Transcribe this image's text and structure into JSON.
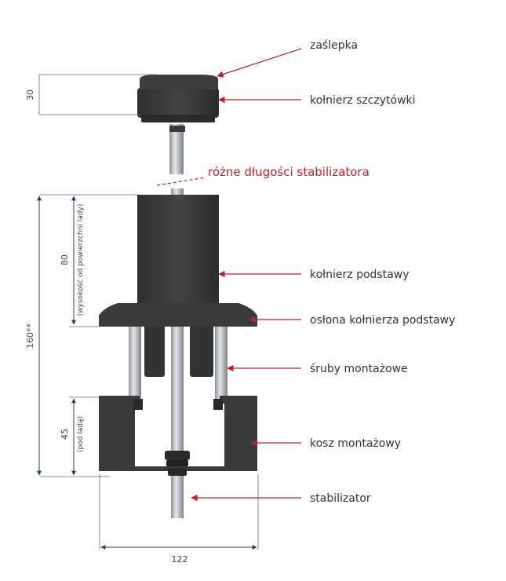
{
  "labels": {
    "cap": "zaślepka",
    "top_flange": "kołnierz szczytówki",
    "lengths": "różne długości stabilizatora",
    "base_flange": "kołnierz podstawy",
    "base_cover": "osłona kołnierza podstawy",
    "screws": "śruby montażowe",
    "basket": "kosz montażowy",
    "stabilizer": "stabilizator"
  },
  "dimensions": {
    "cap_height": "30",
    "above_desk": "80",
    "above_desk_note": "(wysokość od powierzchni lady)",
    "total_height": "160**",
    "below_desk": "45",
    "below_desk_note": "(pod ladą)",
    "width": "122"
  },
  "colors": {
    "arrow": "#c0202a",
    "body": "#3a3a3c",
    "dimension_line": "#2a3f63"
  }
}
